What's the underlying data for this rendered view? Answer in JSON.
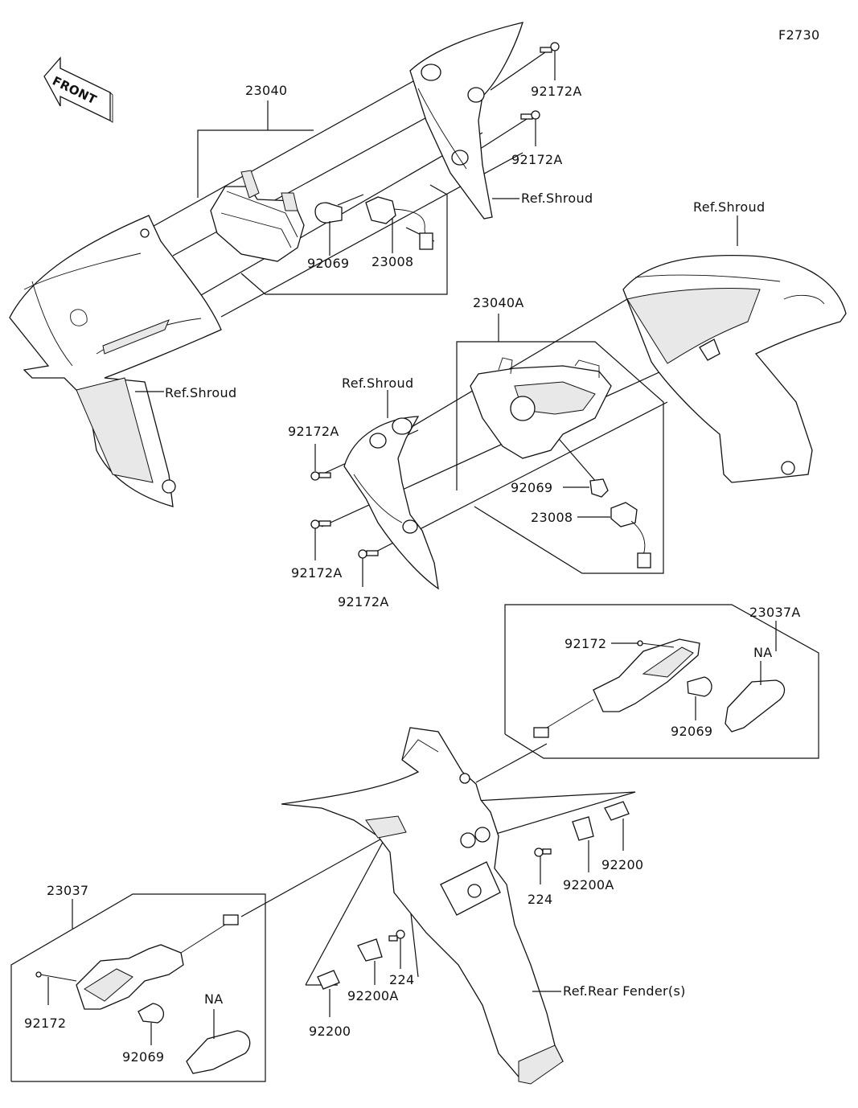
{
  "figure_code": "F2730",
  "front_arrow_text": "FRONT",
  "colors": {
    "line": "#111111",
    "background": "#ffffff",
    "shade": "#e8e8e8"
  },
  "labels": {
    "asm_front_left": "23040",
    "asm_front_right": "23040A",
    "asm_rear_right": "23037A",
    "asm_rear_left": "23037",
    "screw_top_1": "92172A",
    "screw_top_2": "92172A",
    "ref_shroud_top": "Ref.Shroud",
    "ref_shroud_right": "Ref.Shroud",
    "bulb_front_left": "92069",
    "socket_front_left": "23008",
    "ref_shroud_left": "Ref.Shroud",
    "ref_shroud_middle": "Ref.Shroud",
    "screw_mid_1": "92172A",
    "screw_mid_2": "92172A",
    "screw_mid_3": "92172A",
    "bulb_front_right": "92069",
    "socket_front_right": "23008",
    "screw_rear_right": "92172",
    "na_rear_right": "NA",
    "bulb_rear_right": "92069",
    "bolt_rear_right": "224",
    "plate_a_rear_right": "92200A",
    "plate_rear_right": "92200",
    "bolt_rear_left": "224",
    "plate_a_rear_left": "92200A",
    "plate_rear_left": "92200",
    "ref_rear_fender": "Ref.Rear Fender(s)",
    "screw_rear_left": "92172",
    "na_rear_left": "NA",
    "bulb_rear_left": "92069"
  }
}
